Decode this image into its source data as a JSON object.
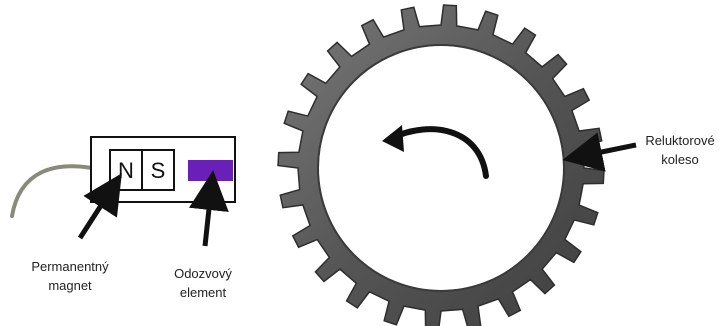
{
  "sensor": {
    "pole_n": "N",
    "pole_s": "S",
    "element_color": "#6a1fb8",
    "cable_color": "#8a8a7a"
  },
  "wheel": {
    "teeth": 24,
    "color": "#5c5c5c"
  },
  "labels": {
    "magnet_line1": "Permanentný",
    "magnet_line2": "magnet",
    "element_line1": "Odozvový",
    "element_line2": "element",
    "wheel_line1": "Reluktorové",
    "wheel_line2": "koleso"
  }
}
